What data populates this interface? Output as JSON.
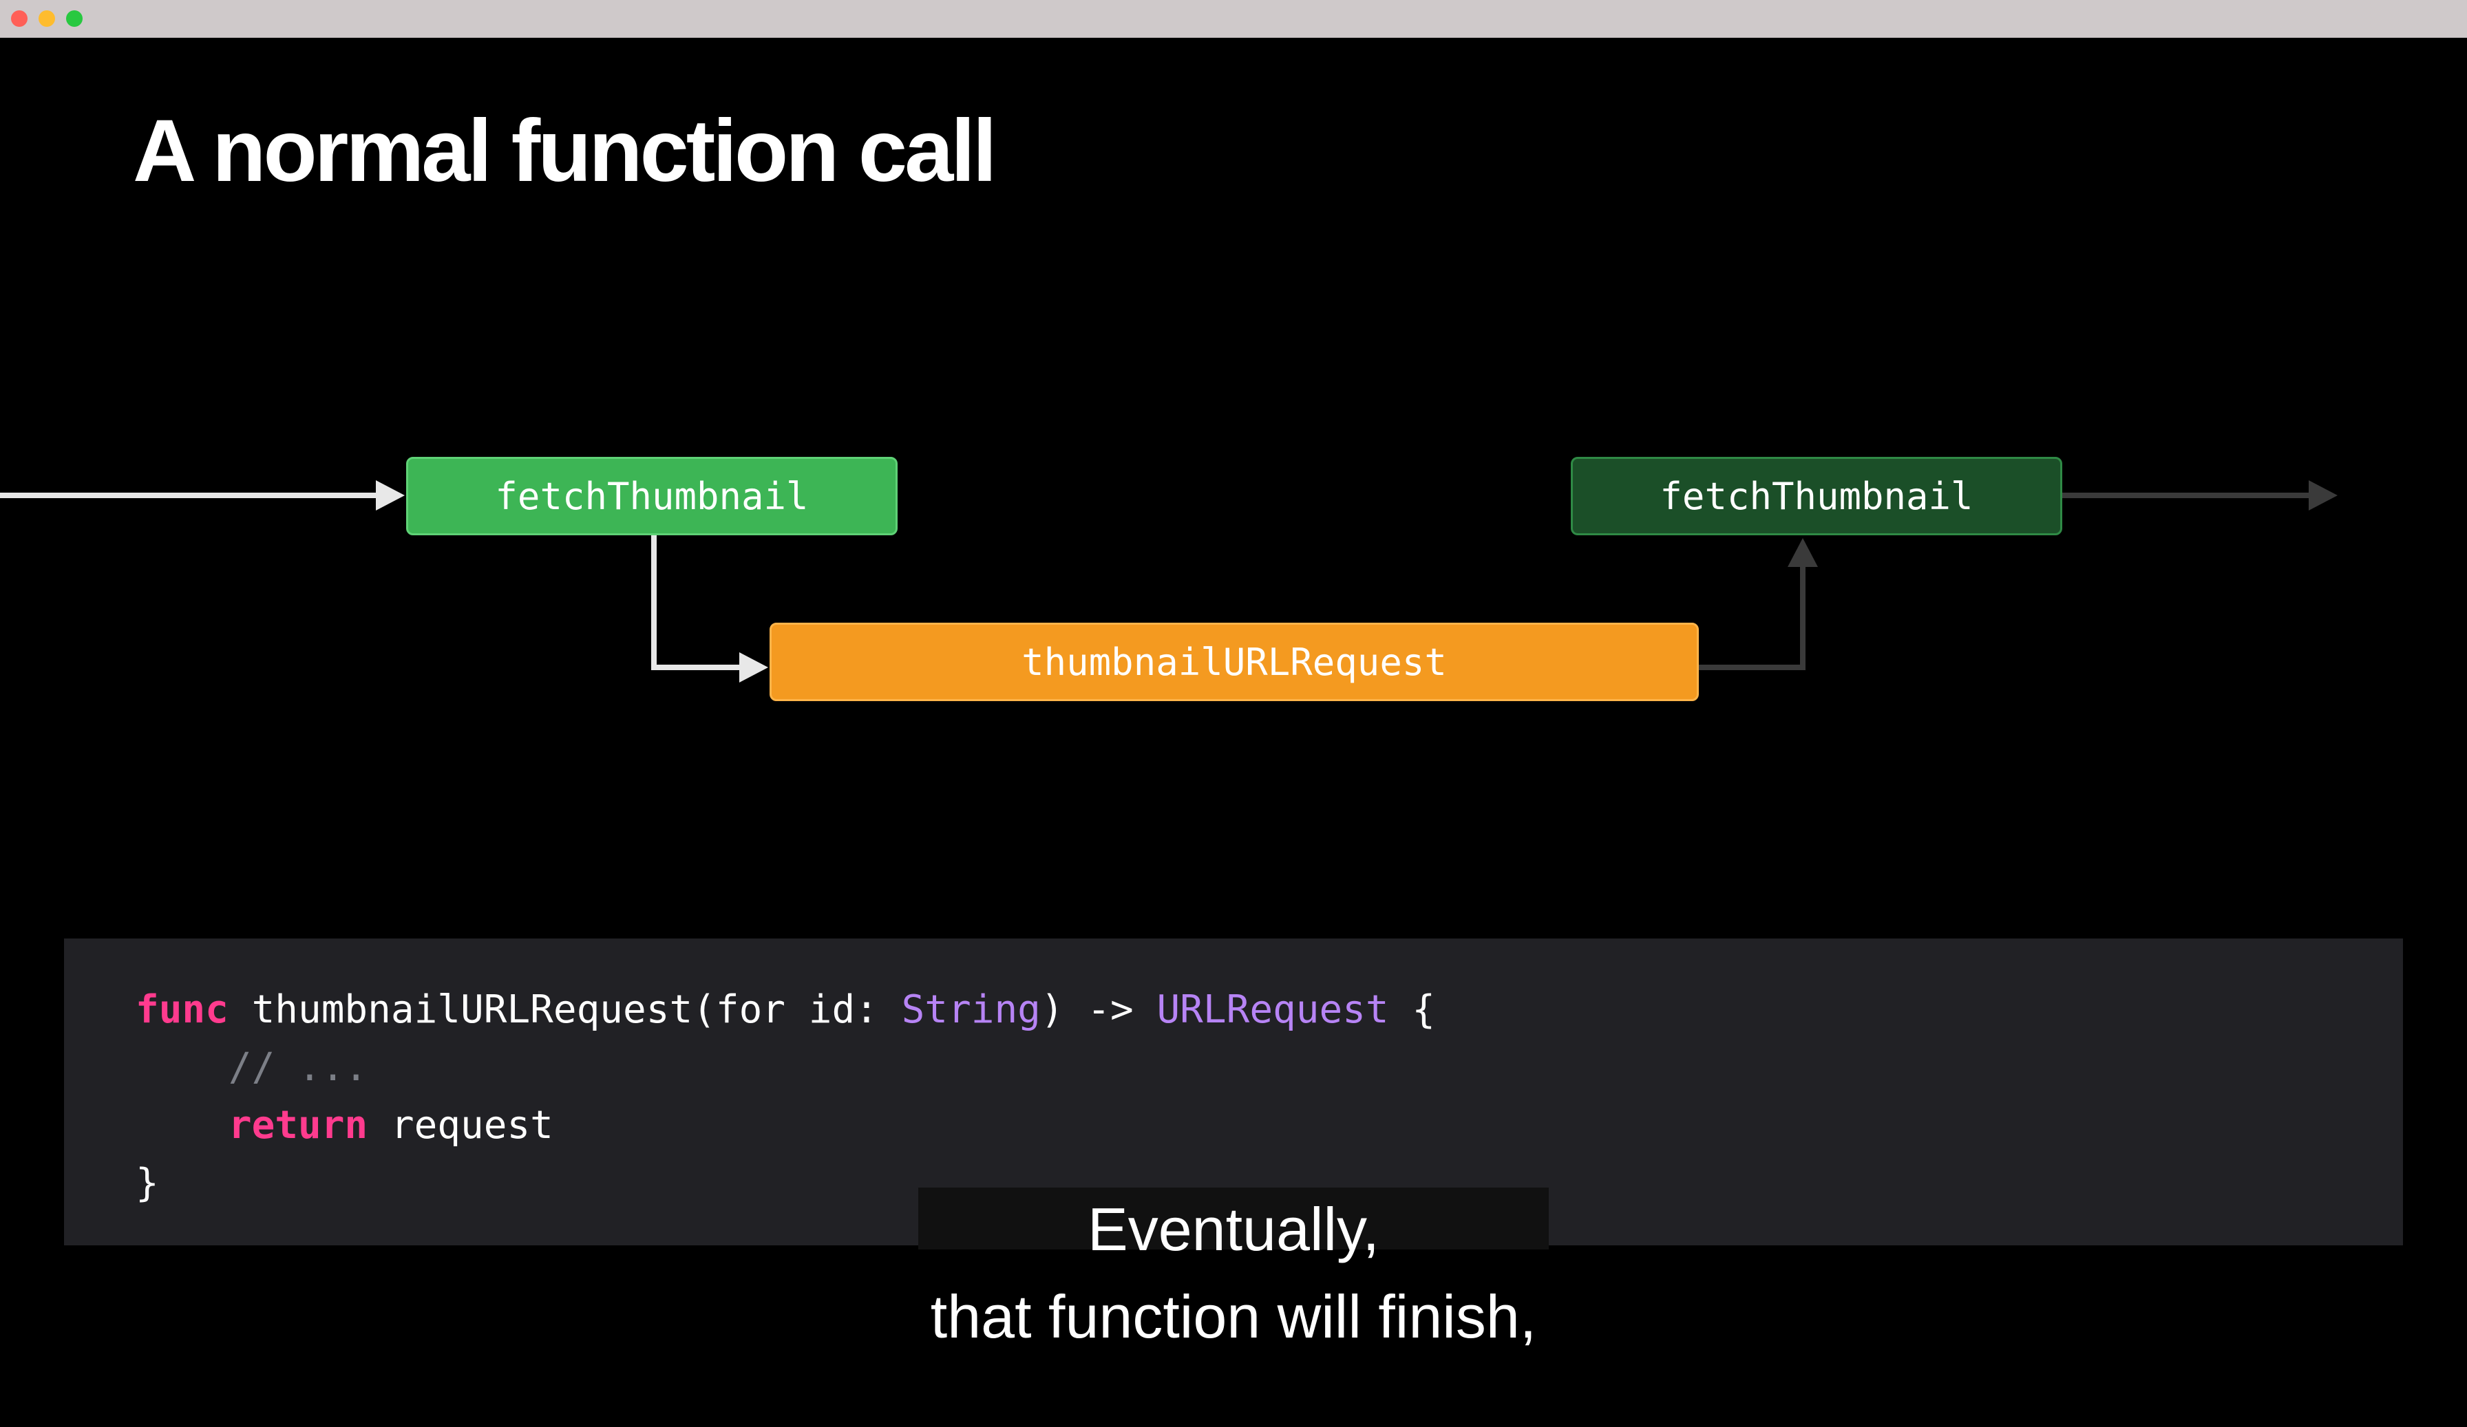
{
  "slide": {
    "title": "A normal function call"
  },
  "diagram": {
    "caller_box": "fetchThumbnail",
    "callee_box": "thumbnailURLRequest",
    "resumed_box": "fetchThumbnail",
    "colors": {
      "caller": "#3db555",
      "callee": "#f49a20",
      "resumed": "#1b4f28",
      "arrow_active": "#e8e8e8",
      "arrow_inactive": "#3a3a3a"
    }
  },
  "code": {
    "line1": {
      "kw_func": "func",
      "name": " thumbnailURLRequest(for id: ",
      "param_type": "String",
      "arrow": ") -> ",
      "return_type": "URLRequest",
      "open_brace": " {"
    },
    "line2": {
      "indent": "    ",
      "comment": "// ..."
    },
    "line3": {
      "indent": "    ",
      "kw_return": "return",
      "value": " request"
    },
    "line4": {
      "close_brace": "}"
    }
  },
  "subtitle": {
    "line1": "Eventually,",
    "line2": "that function will finish,"
  }
}
